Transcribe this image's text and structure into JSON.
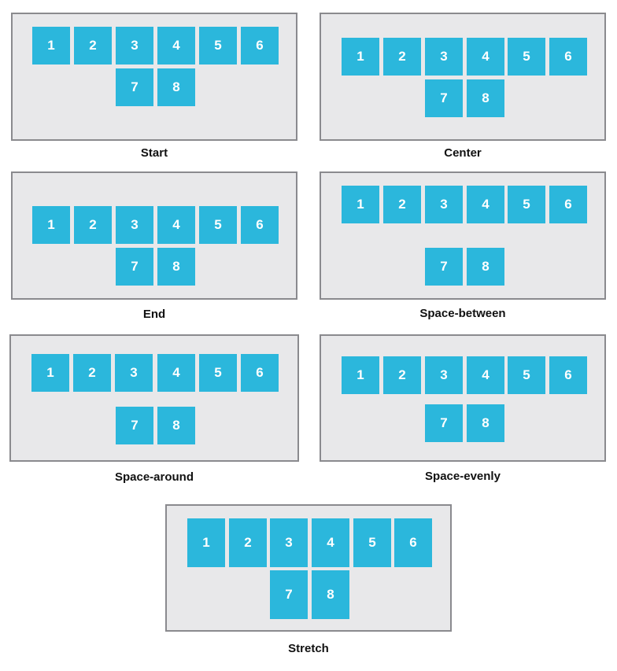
{
  "colors": {
    "background": "#ffffff",
    "container_fill": "#e8e8ea",
    "container_border": "#8a8a8e",
    "item_fill": "#2bb7dc",
    "item_text": "#ffffff",
    "caption_text": "#111111"
  },
  "panels": [
    {
      "caption": "Start",
      "items": [
        "1",
        "2",
        "3",
        "4",
        "5",
        "6",
        "7",
        "8"
      ]
    },
    {
      "caption": "Center",
      "items": [
        "1",
        "2",
        "3",
        "4",
        "5",
        "6",
        "7",
        "8"
      ]
    },
    {
      "caption": "End",
      "items": [
        "1",
        "2",
        "3",
        "4",
        "5",
        "6",
        "7",
        "8"
      ]
    },
    {
      "caption": "Space-between",
      "items": [
        "1",
        "2",
        "3",
        "4",
        "5",
        "6",
        "7",
        "8"
      ]
    },
    {
      "caption": "Space-around",
      "items": [
        "1",
        "2",
        "3",
        "4",
        "5",
        "6",
        "7",
        "8"
      ]
    },
    {
      "caption": "Space-evenly",
      "items": [
        "1",
        "2",
        "3",
        "4",
        "5",
        "6",
        "7",
        "8"
      ]
    },
    {
      "caption": "Stretch",
      "items": [
        "1",
        "2",
        "3",
        "4",
        "5",
        "6",
        "7",
        "8"
      ]
    }
  ]
}
